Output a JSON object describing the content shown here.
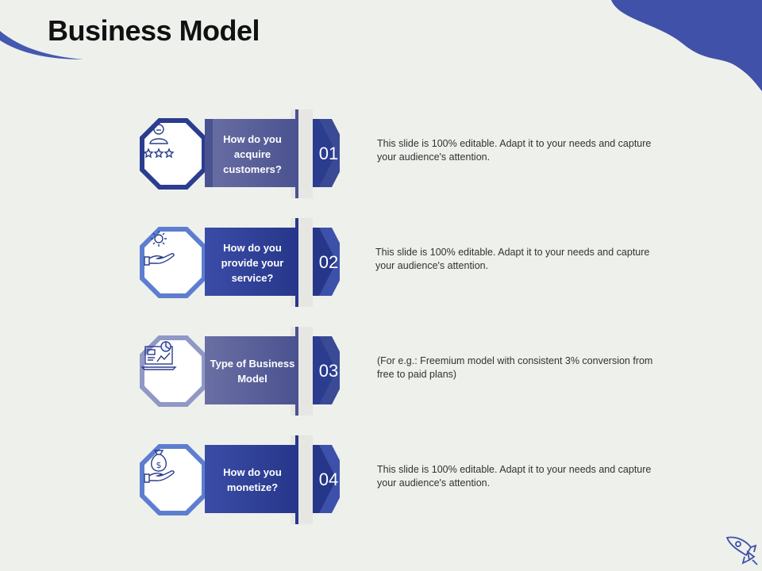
{
  "title": "Business Model",
  "colors": {
    "background": "#eef0ec",
    "navy": "#2b3d8f",
    "accent_blue": "#4358b0"
  },
  "items": [
    {
      "number": "01",
      "question": "How do you acquire customers?",
      "description": "This slide is 100% editable. Adapt it to your needs and capture your audience's attention.",
      "icon": "customer-rating-icon",
      "outline_color": "#2b3d8f",
      "fill_from": "#6a6fa3",
      "fill_to": "#4a5290"
    },
    {
      "number": "02",
      "question": "How do you provide your service?",
      "description": "This slide is 100% editable. Adapt it to your needs and capture your audience's attention.",
      "icon": "gear-hand-icon",
      "outline_color": "#5d7ed0",
      "fill_from": "#3a4ca6",
      "fill_to": "#26378a"
    },
    {
      "number": "03",
      "question": "Type of Business Model",
      "description": "(For e.g.: Freemium model with consistent 3% conversion from free to paid plans)",
      "icon": "laptop-chart-icon",
      "outline_color": "#9098c6",
      "fill_from": "#6a6fa3",
      "fill_to": "#4a5290"
    },
    {
      "number": "04",
      "question": "How do you monetize?",
      "description": "This slide is 100% editable. Adapt it to your needs and capture your audience's attention.",
      "icon": "money-bag-hand-icon",
      "outline_color": "#5d7ed0",
      "fill_from": "#3a4ca6",
      "fill_to": "#26378a"
    }
  ],
  "corner_icon": "rocket-icon"
}
